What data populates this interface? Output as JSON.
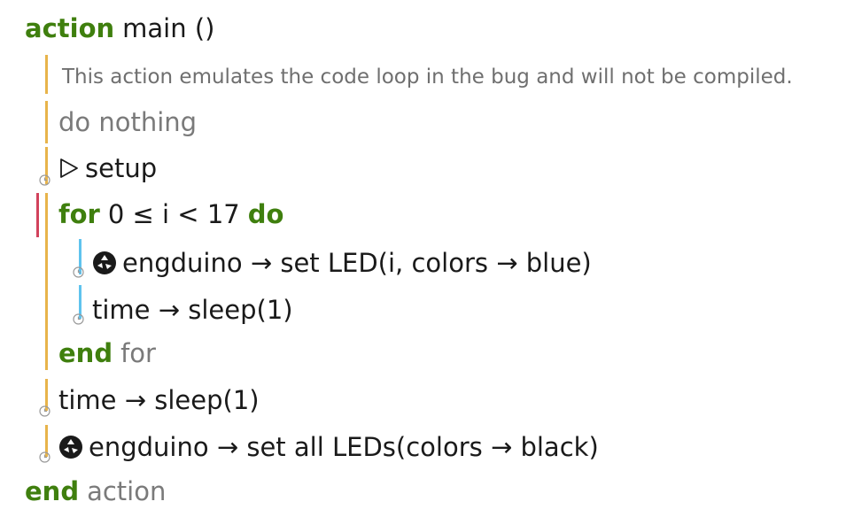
{
  "lines": {
    "header": {
      "keyword": "action",
      "name": "main ()"
    },
    "comment": "This action emulates the code loop in the bug and will not be compiled.",
    "do_nothing": "do nothing",
    "setup": {
      "icon": "play-triangle-icon",
      "text": "setup"
    },
    "for_loop": {
      "keyword_for": "for",
      "expr": "0 ≤ i < 17",
      "keyword_do": "do"
    },
    "set_led": {
      "icon": "recycle-icon",
      "text": "engduino → set LED(i, colors → blue)"
    },
    "sleep_inner": "time → sleep(1)",
    "end_for": {
      "keyword": "end",
      "text": "for"
    },
    "sleep_outer": "time → sleep(1)",
    "set_all": {
      "icon": "recycle-icon",
      "text": "engduino → set all LEDs(colors → black)"
    },
    "end_action": {
      "keyword": "end",
      "text": "action"
    }
  },
  "colors": {
    "keyword": "#3f7f0e",
    "outer_bar": "#e8b44a",
    "inner_bar": "#5fc3ee",
    "breakpoint_bar": "#d2425c"
  }
}
